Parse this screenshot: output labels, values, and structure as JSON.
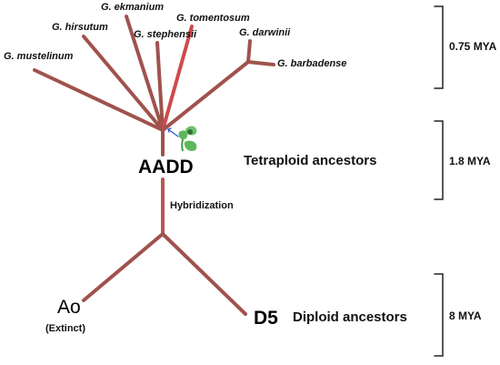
{
  "species": {
    "mustelinum": "G. mustelinum",
    "hirsutum": "G. hirsutum",
    "ekmanium": "G. ekmanium",
    "stephensii": "G. stephensii",
    "tomentosum": "G. tomentosum",
    "darwinii": "G. darwinii",
    "barbadense": "G. barbadense"
  },
  "genomes": {
    "aadd": "AADD",
    "ao": "Ao",
    "d5": "D5",
    "extinct": "(Extinct)"
  },
  "hybridization": "Hybridization",
  "groups": {
    "tetraploid": "Tetraploid ancestors",
    "diploid": "Diploid ancestors"
  },
  "timescale": {
    "top": "0.75 MYA",
    "middle": "1.8 MYA",
    "bottom": "8 MYA"
  },
  "colors": {
    "branch": "#a0524d",
    "branch_light": "#b8574f",
    "accent_red": "#e03a3a",
    "bracket": "#222222",
    "plant_green": "#5cb85c",
    "arrow_blue": "#2a5bd7"
  }
}
